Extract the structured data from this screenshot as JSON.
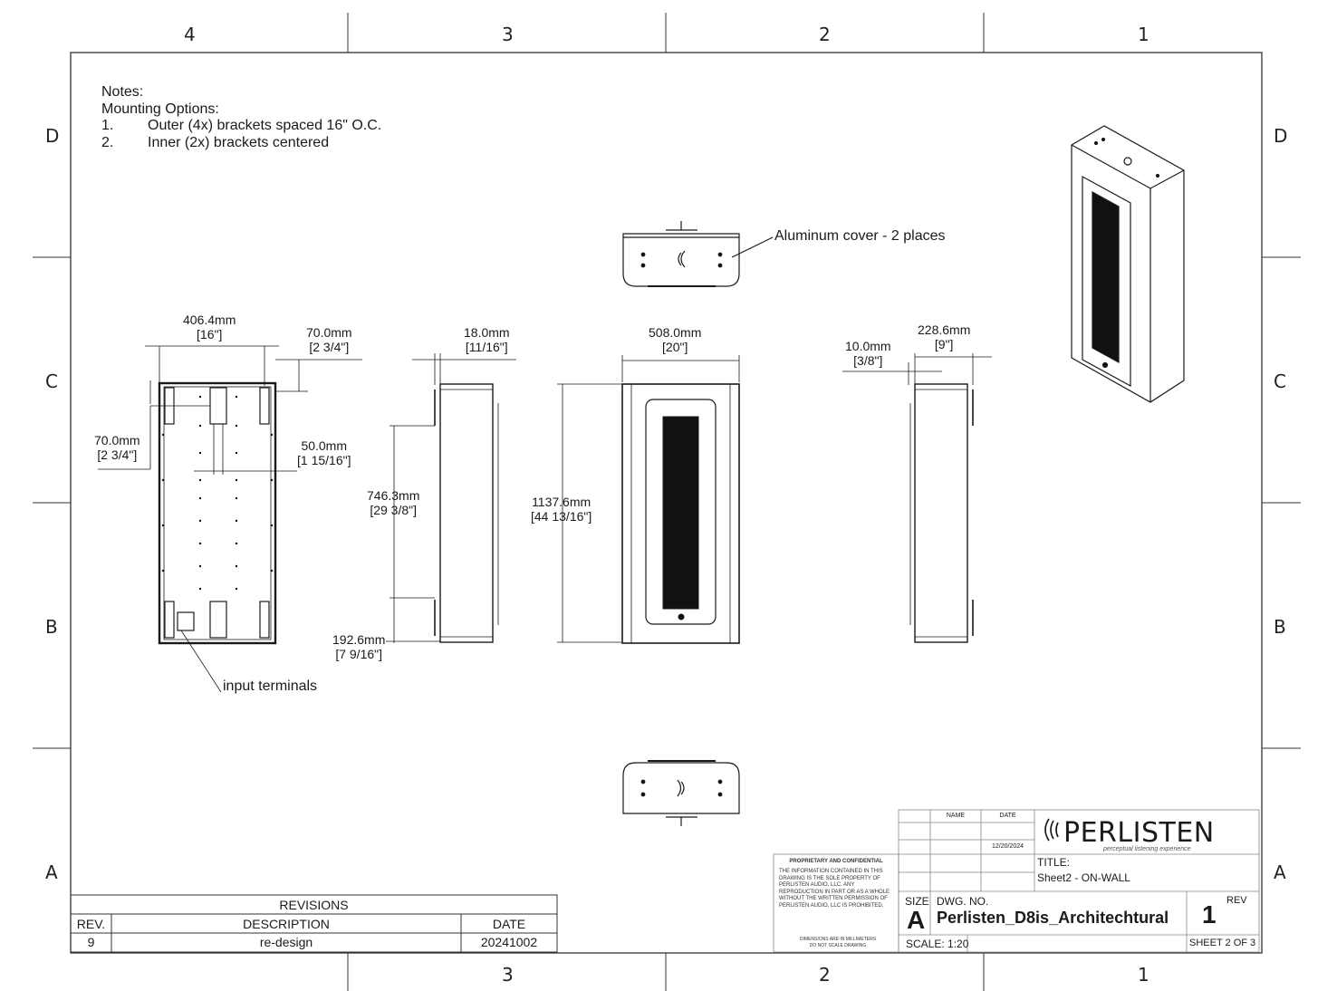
{
  "zones": {
    "columns": [
      "4",
      "3",
      "2",
      "1"
    ],
    "rows": [
      "D",
      "C",
      "B",
      "A"
    ]
  },
  "notes": {
    "heading": "Notes:",
    "subheading": "Mounting Options:",
    "items": [
      {
        "num": "1.",
        "text": "Outer (4x) brackets spaced 16\" O.C."
      },
      {
        "num": "2.",
        "text": "Inner (2x) brackets centered"
      }
    ]
  },
  "callouts": {
    "aluminum_cover": "Aluminum cover - 2 places",
    "input_terminals": "input terminals"
  },
  "dimensions": {
    "back_width": {
      "mm": "406.4mm",
      "in": "[16\"]"
    },
    "bracket_offset_top": {
      "mm": "70.0mm",
      "in": "[2 3/4\"]"
    },
    "bracket_offset_side": {
      "mm": "70.0mm",
      "in": "[2 3/4\"]"
    },
    "bracket_spacing": {
      "mm": "50.0mm",
      "in": "[1 15/16\"]"
    },
    "side_flange": {
      "mm": "18.0mm",
      "in": "[11/16\"]"
    },
    "bracket_vertical": {
      "mm": "746.3mm",
      "in": "[29 3/8\"]"
    },
    "bracket_bottom": {
      "mm": "192.6mm",
      "in": "[7 9/16\"]"
    },
    "front_width": {
      "mm": "508.0mm",
      "in": "[20\"]"
    },
    "front_height": {
      "mm": "1137.6mm",
      "in": "[44 13/16\"]"
    },
    "depth": {
      "mm": "228.6mm",
      "in": "[9\"]"
    },
    "wall_gap": {
      "mm": "10.0mm",
      "in": "[3/8\"]"
    }
  },
  "revisions": {
    "title": "REVISIONS",
    "headers": [
      "REV.",
      "DESCRIPTION",
      "DATE"
    ],
    "rows": [
      [
        "9",
        "re-design",
        "20241002"
      ]
    ]
  },
  "title_block": {
    "proprietary_heading": "PROPRIETARY AND CONFIDENTIAL",
    "proprietary_text": "THE INFORMATION CONTAINED IN THIS DRAWING IS THE SOLE PROPERTY OF PERLISTEN AUDIO, LLC. ANY REPRODUCTION IN PART OR AS A WHOLE WITHOUT THE WRITTEN PERMISSION OF PERLISTEN AUDIO, LLC IS PROHIBITED.",
    "dimensions_note": "DIMENSIONS ARE IN MILLIMETERS DO NOT SCALE DRAWING",
    "name_label": "NAME",
    "date_label": "DATE",
    "date_value": "12/20/2024",
    "company": "PERLISTEN",
    "tagline": "perceptual listening experience",
    "title_label": "TITLE:",
    "title_value": "Sheet2 - ON-WALL",
    "size_label": "SIZE",
    "size_value": "A",
    "dwg_label": "DWG.  NO.",
    "dwg_value": "Perlisten_D8is_Architechtural",
    "rev_label": "REV",
    "rev_value": "1",
    "scale": "SCALE: 1:20",
    "sheet": "SHEET 2 OF 3"
  },
  "colors": {
    "line": "#1a1a1a",
    "panel": "#111111",
    "border": "#333333"
  }
}
